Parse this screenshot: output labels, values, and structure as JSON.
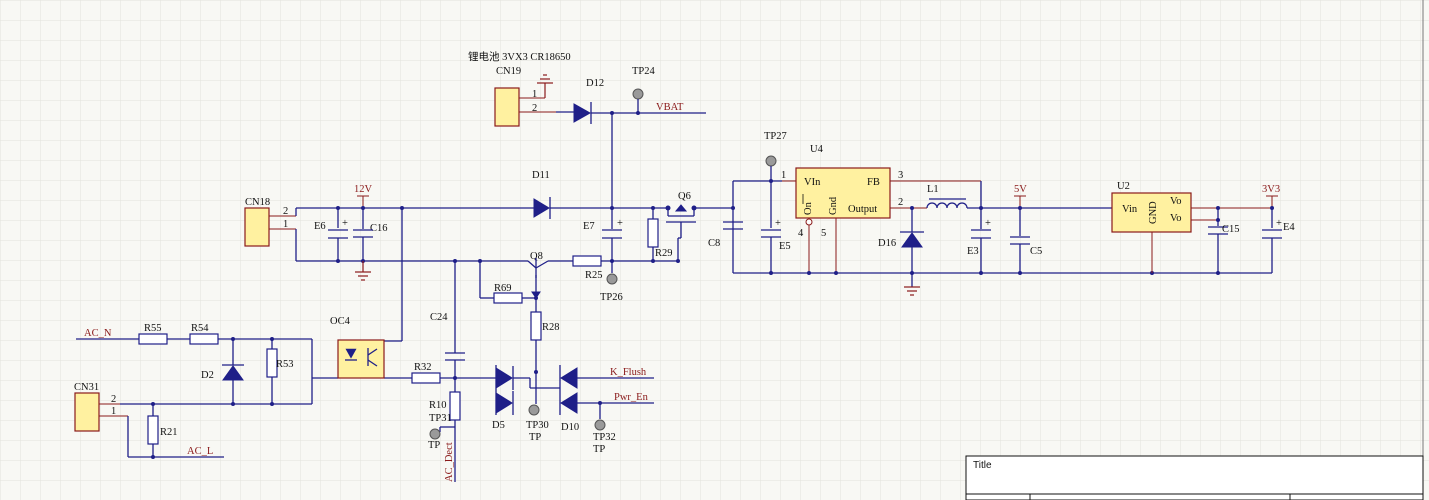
{
  "battery_note": "锂电池 3VX3 CR18650",
  "connectors": {
    "cn19": "CN19",
    "cn18": "CN18",
    "cn31": "CN31"
  },
  "pins": {
    "p1": "1",
    "p2": "2",
    "p3": "3",
    "p4": "4",
    "p5": "5"
  },
  "nets": {
    "vbat": "VBAT",
    "v12": "12V",
    "v5": "5V",
    "v3v3": "3V3",
    "ac_n": "AC_N",
    "ac_l": "AC_L",
    "k_flush": "K_Flush",
    "pwr_en": "Pwr_En",
    "ac_dect": "AC_Dect"
  },
  "parts": {
    "d12": "D12",
    "d11": "D11",
    "d2": "D2",
    "d5": "D5",
    "d10": "D10",
    "d16": "D16",
    "tp24": "TP24",
    "tp27": "TP27",
    "tp26": "TP26",
    "tp30": "TP30",
    "tp31": "TP31",
    "tp32": "TP32",
    "tp": "TP",
    "e6": "E6",
    "c16": "C16",
    "e7": "E7",
    "q6": "Q6",
    "q8": "Q8",
    "r25": "R25",
    "r29": "R29",
    "r69": "R69",
    "r28": "R28",
    "c24": "C24",
    "r32": "R32",
    "r10": "R10",
    "r55": "R55",
    "r54": "R54",
    "r53": "R53",
    "r21": "R21",
    "oc4": "OC4",
    "c8": "C8",
    "e5": "E5",
    "u4": "U4",
    "l1": "L1",
    "e3": "E3",
    "c5": "C5",
    "u2": "U2",
    "c15": "C15",
    "e4": "E4"
  },
  "u4_pins": {
    "vin": "VIn",
    "fb": "FB",
    "on": "On",
    "gnd": "Gnd",
    "output": "Output"
  },
  "u2_pins": {
    "vin": "Vin",
    "gnd": "GND",
    "vo": "Vo"
  },
  "title_block": {
    "title": "Title"
  }
}
